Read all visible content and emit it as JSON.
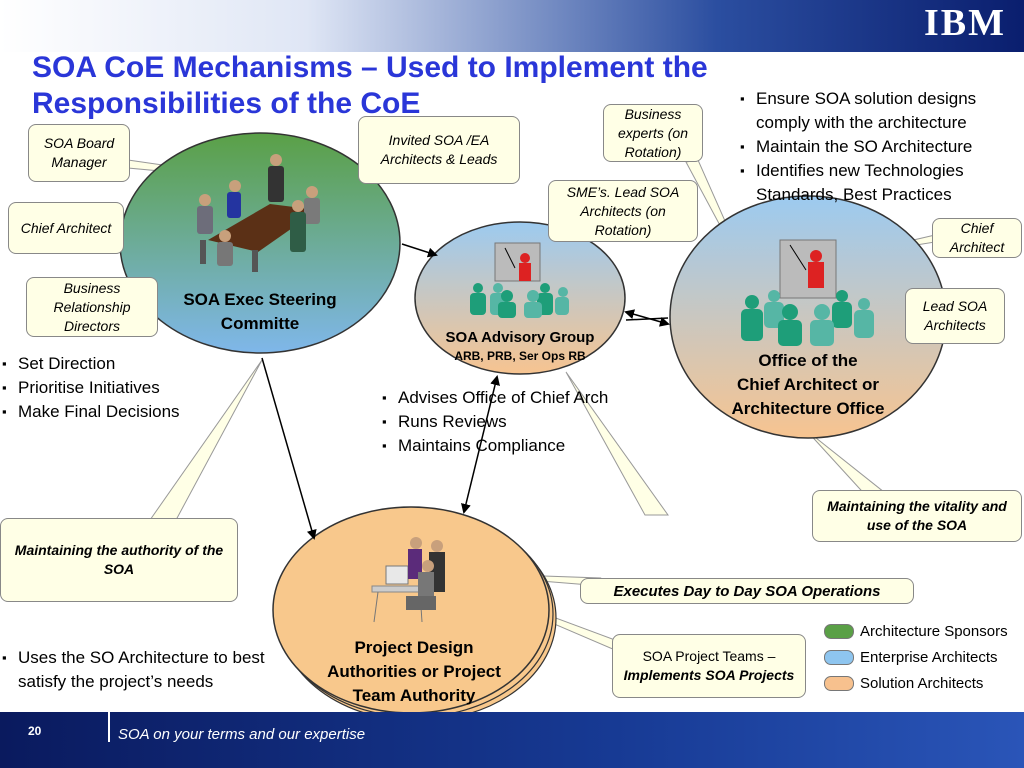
{
  "header": {
    "title_line1": "SOA CoE Mechanisms – Used to Implement the",
    "title_line2": "Responsibilities of the CoE",
    "logo_text": "IBM"
  },
  "footer": {
    "page_number": "20",
    "tagline": "SOA on your terms and our expertise"
  },
  "nodes": {
    "exec": {
      "label_line1": "SOA Exec Steering",
      "label_line2": "Committe",
      "color": "#6fa8dc"
    },
    "advisory": {
      "label_line1": "SOA Advisory Group",
      "label_line2": "ARB, PRB, Ser Ops RB",
      "color": "#f4c89a"
    },
    "office": {
      "label_line1": "Office of the",
      "label_line2": "Chief Architect or",
      "label_line3": "Architecture Office",
      "color": "#f4c89a"
    },
    "project": {
      "label_line1": "Project Design",
      "label_line2": "Authorities or Project",
      "label_line3": "Team Authority",
      "color": "#f8c88c"
    }
  },
  "callouts": {
    "soa_board_manager": "SOA Board Manager",
    "chief_architect_left": "Chief Architect",
    "brd": "Business Relationship Directors",
    "invited": "Invited SOA /EA Architects & Leads",
    "business_experts": "Business experts (on Rotation)",
    "sme": "SME’s. Lead SOA Architects (on Rotation)",
    "chief_architect_right": "Chief Architect",
    "lead_soa": "Lead SOA Architects",
    "maint_authority": "Maintaining the authority of the SOA",
    "maint_vitality": "Maintaining the vitality and use of the SOA",
    "executes": "Executes Day to Day SOA Operations",
    "project_teams_a": "SOA Project Teams –",
    "project_teams_b": "Implements SOA Projects"
  },
  "bullets": {
    "exec": [
      "Set Direction",
      "Prioritise Initiatives",
      "Make Final Decisions"
    ],
    "advisory": [
      "Advises Office of Chief Arch",
      "Runs Reviews",
      "Maintains Compliance"
    ],
    "office": [
      "Ensure SOA solution designs comply with the architecture",
      "Maintain the SO Architecture",
      "Identifies new Technologies Standards, Best Practices"
    ],
    "project": [
      "Uses the SO Architecture to best satisfy the project’s needs"
    ]
  },
  "legend": [
    {
      "label": "Architecture Sponsors",
      "color": "#5aa046"
    },
    {
      "label": "Enterprise Architects",
      "color": "#8ec5ef"
    },
    {
      "label": "Solution Architects",
      "color": "#f7c18e"
    }
  ]
}
